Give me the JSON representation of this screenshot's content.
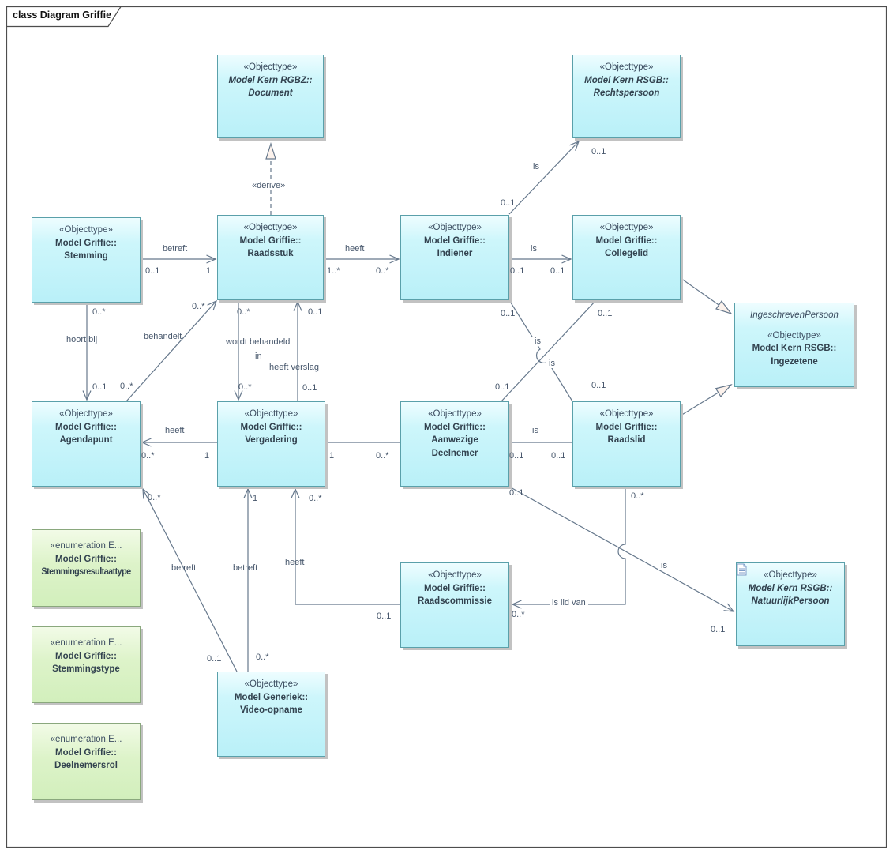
{
  "frame": {
    "title": "class Diagram Griffie"
  },
  "colors": {
    "class_fill": "#cdf6fb",
    "class_border": "#5aa0aa",
    "enum_fill": "#dcf3c8",
    "enum_border": "#8aa87d",
    "connector": "#66788c"
  },
  "boxes": {
    "document": {
      "stereotype": "«Objecttype»",
      "model": "Model Kern RGBZ::",
      "name": "Document"
    },
    "rechtspersoon": {
      "stereotype": "«Objecttype»",
      "model": "Model Kern RSGB::",
      "name": "Rechtspersoon"
    },
    "stemming": {
      "stereotype": "«Objecttype»",
      "model": "Model Griffie::",
      "name": "Stemming"
    },
    "raadsstuk": {
      "stereotype": "«Objecttype»",
      "model": "Model Griffie::",
      "name": "Raadsstuk"
    },
    "indiener": {
      "stereotype": "«Objecttype»",
      "model": "Model Griffie::",
      "name": "Indiener"
    },
    "collegelid": {
      "stereotype": "«Objecttype»",
      "model": "Model Griffie::",
      "name": "Collegelid"
    },
    "ingezetene": {
      "parent": "IngeschrevenPersoon",
      "stereotype": "«Objecttype»",
      "model": "Model Kern RSGB::",
      "name": "Ingezetene"
    },
    "agendapunt": {
      "stereotype": "«Objecttype»",
      "model": "Model Griffie::",
      "name": "Agendapunt"
    },
    "vergadering": {
      "stereotype": "«Objecttype»",
      "model": "Model Griffie::",
      "name": "Vergadering"
    },
    "aanwezige_deelnemer": {
      "stereotype": "«Objecttype»",
      "model": "Model Griffie::",
      "name": "Aanwezige",
      "name2": "Deelnemer"
    },
    "raadslid": {
      "stereotype": "«Objecttype»",
      "model": "Model Griffie::",
      "name": "Raadslid"
    },
    "raadscommissie": {
      "stereotype": "«Objecttype»",
      "model": "Model Griffie::",
      "name": "Raadscommissie"
    },
    "natuurlijkpersoon": {
      "stereotype": "«Objecttype»",
      "model": "Model Kern RSGB::",
      "name": "NatuurlijkPersoon"
    },
    "video_opname": {
      "stereotype": "«Objecttype»",
      "model": "Model Generiek::",
      "name": "Video-opname"
    },
    "enum_stemmingsresultaattype": {
      "stereotype": "«enumeration,E...",
      "model": "Model Griffie::",
      "name": "Stemmingsresultaattype"
    },
    "enum_stemmingstype": {
      "stereotype": "«enumeration,E...",
      "model": "Model Griffie::",
      "name": "Stemmingstype"
    },
    "enum_deelnemersrol": {
      "stereotype": "«enumeration,E...",
      "model": "Model Griffie::",
      "name": "Deelnemersrol"
    }
  },
  "edges": {
    "stemming_raadsstuk": {
      "name": "betreft",
      "src_mult": "0..1",
      "tgt_mult": "1"
    },
    "raadsstuk_indiener": {
      "name": "heeft",
      "src_mult": "1..*",
      "tgt_mult": "0..*"
    },
    "indiener_collegelid": {
      "name": "is",
      "src_mult": "0..1",
      "tgt_mult": "0..1"
    },
    "indiener_rechtspersoon": {
      "name": "is",
      "src_mult": "0..1",
      "tgt_mult": "0..1"
    },
    "raadsstuk_document": {
      "name": "«derive»"
    },
    "stemming_agendapunt": {
      "name": "hoort bij",
      "src_mult": "0..*",
      "tgt_mult": "0..1"
    },
    "agendapunt_raadsstuk": {
      "name": "behandelt",
      "src_mult": "0..*",
      "tgt_mult": "0..*"
    },
    "raadsstuk_vergadering": {
      "name": "wordt behandeld",
      "name2": "in",
      "src_mult": "0..*",
      "tgt_mult": "0..*"
    },
    "vergadering_raadsstuk": {
      "name": "heeft verslag",
      "src_mult": "0..1",
      "tgt_mult": "0..1"
    },
    "vergadering_agendapunt": {
      "name": "heeft",
      "src_mult": "1",
      "tgt_mult": "0..*"
    },
    "vergadering_aanwezige": {
      "src_mult": "1",
      "tgt_mult": "0..*"
    },
    "aanwezige_raadslid": {
      "name": "is",
      "src_mult": "0..1",
      "tgt_mult": "0..1"
    },
    "indiener_raadslid": {
      "name": "is",
      "src_mult": "0..1",
      "tgt_mult": "0..1"
    },
    "collegelid_aanwezige": {
      "name": "is",
      "src_mult": "0..1",
      "tgt_mult": "0..1"
    },
    "aanwezige_natuurlijkpersoon": {
      "name": "is",
      "src_mult": "0..1",
      "tgt_mult": "0..1"
    },
    "raadslid_raadscommissie": {
      "name": "is lid van",
      "src_mult": "0..*",
      "tgt_mult": "0..*"
    },
    "raadscommissie_vergadering": {
      "name": "heeft",
      "src_mult": "0..1",
      "tgt_mult": "0..*"
    },
    "video_vergadering": {
      "name": "betreft",
      "src_mult": "0..*",
      "tgt_mult": "1"
    },
    "video_agendapunt": {
      "name": "betreft",
      "src_mult": "0..1",
      "tgt_mult": "0..*"
    }
  }
}
